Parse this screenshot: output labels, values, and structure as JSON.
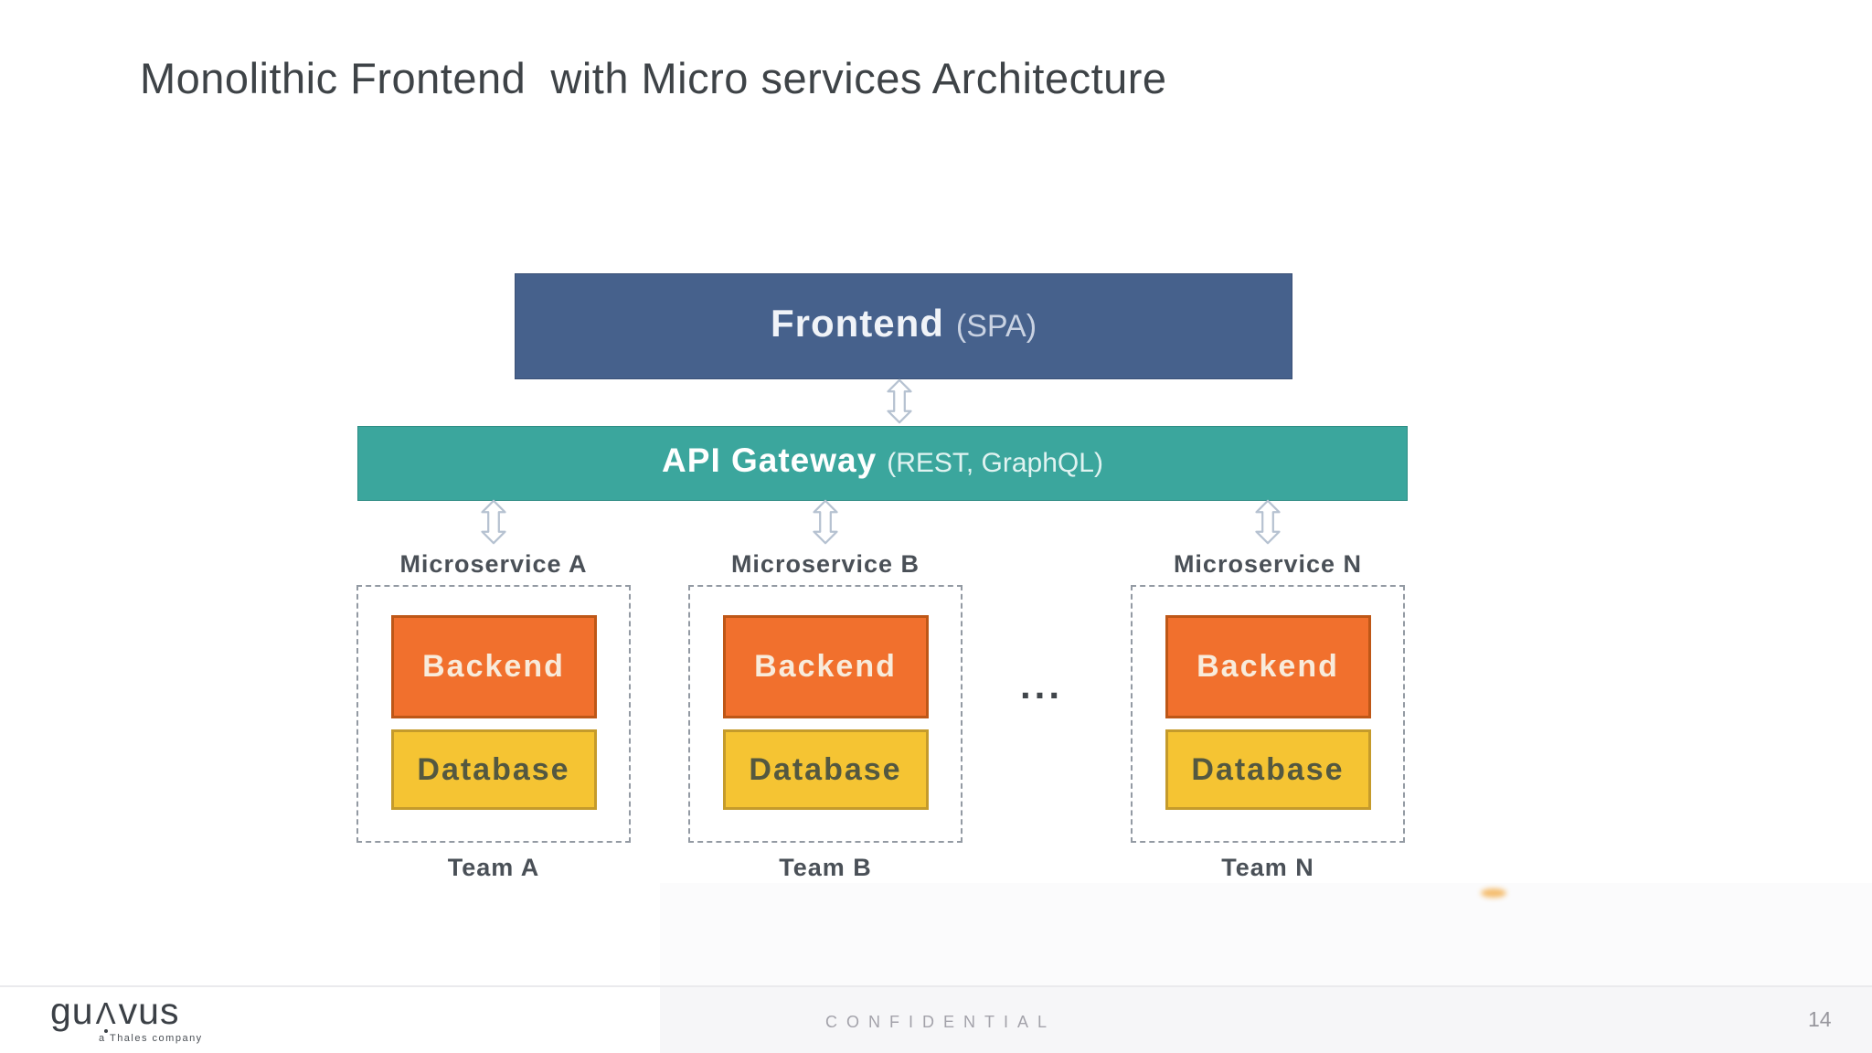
{
  "slide": {
    "title": "Monolithic Frontend  with Micro services Architecture",
    "page_number": "14",
    "confidential": "CONFIDENTIAL"
  },
  "logo": {
    "prefix": "gu",
    "lambda": "Λ",
    "suffix": "vus",
    "tagline": "a Thales company"
  },
  "diagram": {
    "frontend": {
      "title": "Frontend",
      "subtitle": "(SPA)"
    },
    "gateway": {
      "title": "API Gateway",
      "subtitle": "(REST, GraphQL)"
    },
    "ellipsis": "...",
    "microservices": [
      {
        "label": "Microservice A",
        "backend": "Backend",
        "database": "Database",
        "team": "Team A"
      },
      {
        "label": "Microservice B",
        "backend": "Backend",
        "database": "Database",
        "team": "Team B"
      },
      {
        "label": "Microservice N",
        "backend": "Backend",
        "database": "Database",
        "team": "Team N"
      }
    ],
    "colors": {
      "frontend_fill": "#46618C",
      "gateway_fill": "#3BA69D",
      "backend_fill": "#F1702D",
      "backend_border": "#BE5717",
      "database_fill": "#F5C433",
      "database_border": "#C59B2B",
      "arrow_stroke": "#B6C2D1",
      "dashed_border": "#939AA3",
      "label_text": "#4A5057"
    }
  }
}
